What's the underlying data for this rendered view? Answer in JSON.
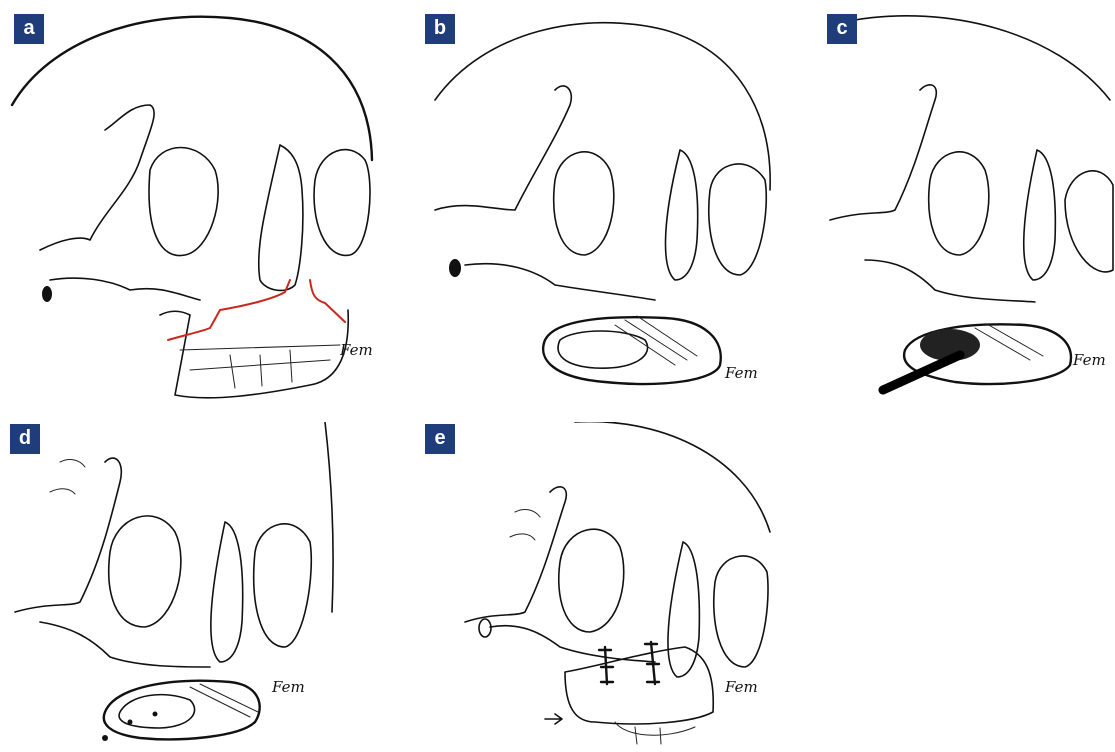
{
  "figure": {
    "panels": [
      {
        "label": "a",
        "signature": "Fem",
        "osteotomy_color": "#c8281e"
      },
      {
        "label": "b",
        "signature": "Fem"
      },
      {
        "label": "c",
        "signature": "Fem"
      },
      {
        "label": "d",
        "signature": "Fem"
      },
      {
        "label": "e",
        "signature": "Fem"
      }
    ],
    "badge_color": "#1f3d7a"
  }
}
